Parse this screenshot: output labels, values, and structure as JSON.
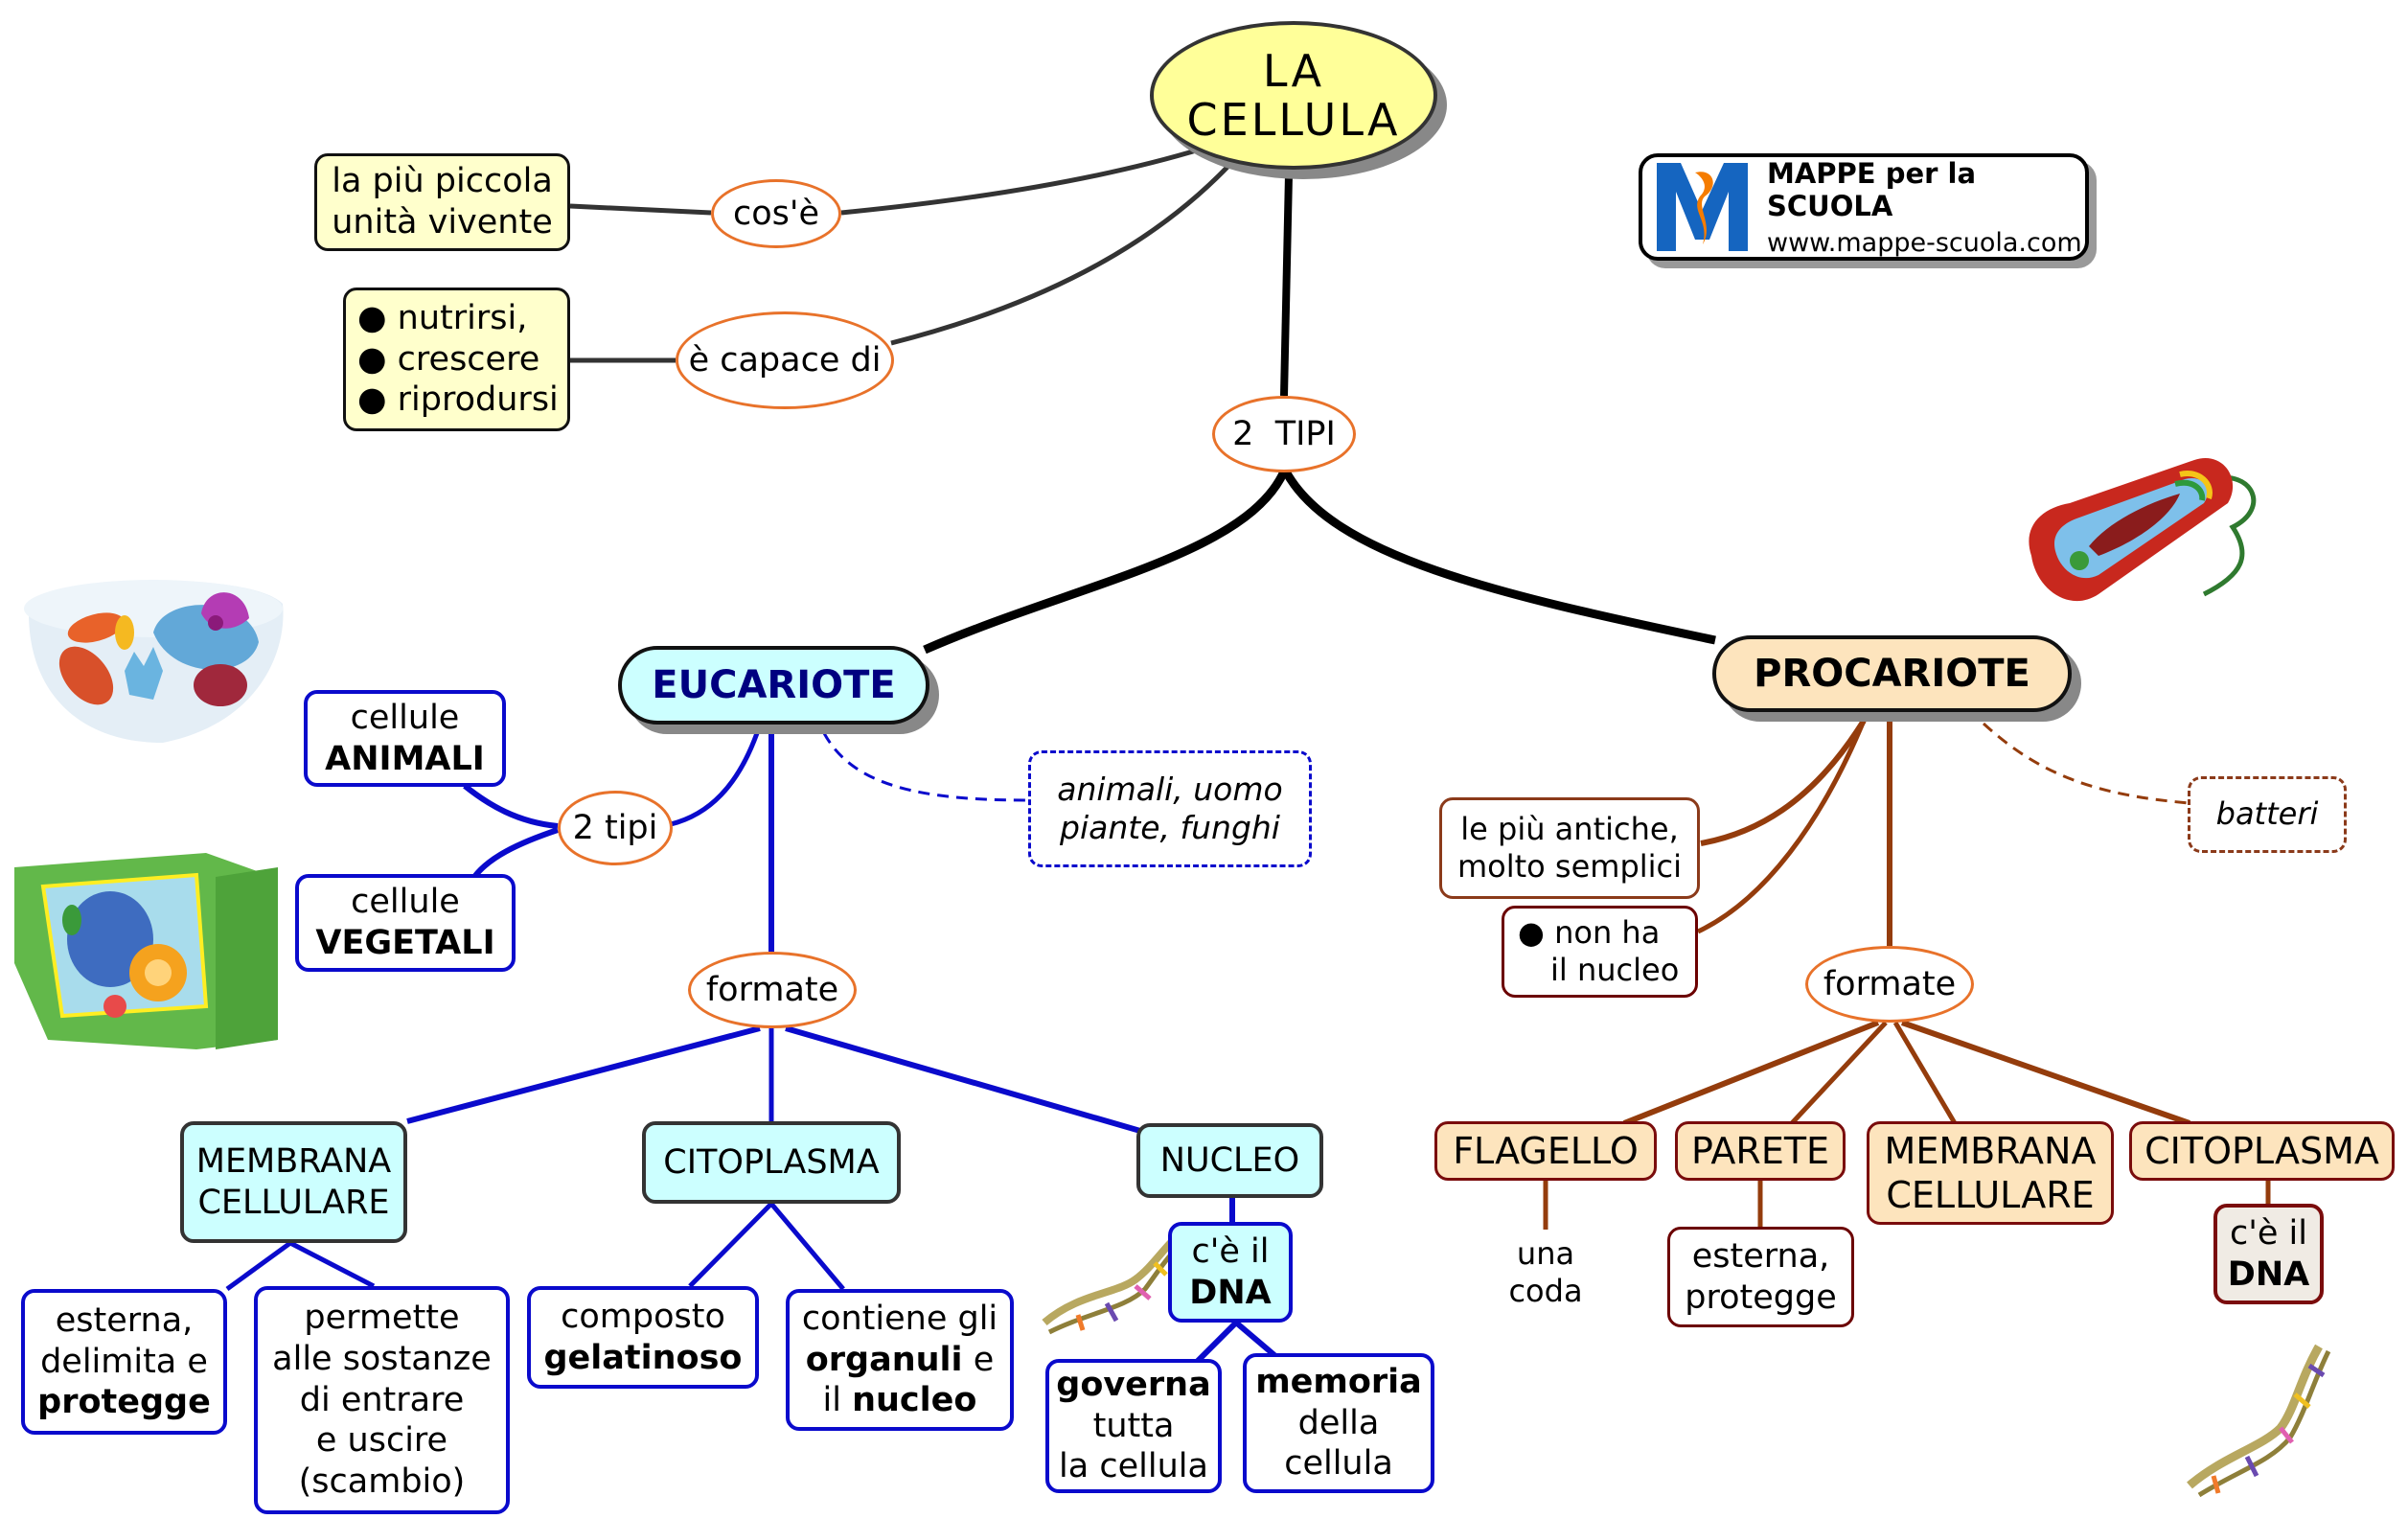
{
  "title": {
    "line1": "LA",
    "line2": "CELLULA"
  },
  "logo": {
    "icon": "M-logo-icon",
    "name": "MAPPE per la SCUOLA",
    "url": "www.mappe-scuola.com",
    "colors": {
      "blue": "#1565c0",
      "orange": "#f57c00"
    }
  },
  "top": {
    "cose_label": "cos'è",
    "definition": {
      "line1": "la più piccola",
      "line2": "unità vivente"
    },
    "capace_label": "è capace di",
    "abilities": [
      "nutrirsi,",
      "crescere",
      "riprodursi"
    ],
    "two_types_label": "2  TIPI"
  },
  "eucariote": {
    "title": "EUCARIOTE",
    "two_tipi_label": "2 tipi",
    "animali": {
      "line1": "cellule",
      "line2": "ANIMALI"
    },
    "vegetali": {
      "line1": "cellule",
      "line2": "VEGETALI"
    },
    "examples": {
      "line1": "animali, uomo",
      "line2": "piante, funghi"
    },
    "formate_label": "formate",
    "membrana": {
      "line1": "MEMBRANA",
      "line2": "CELLULARE"
    },
    "citoplasma": "CITOPLASMA",
    "nucleo": "NUCLEO",
    "membrana_desc1": {
      "line1": "esterna,",
      "line2": "delimita e",
      "line3": "protegge"
    },
    "membrana_desc2": {
      "lines": [
        "permette",
        "alle sostanze",
        "di entrare",
        "e uscire",
        "(scambio)"
      ]
    },
    "citoplasma_desc1": {
      "line1": "composto",
      "line2": "gelatinoso"
    },
    "citoplasma_desc2": {
      "line1a": "contiene gli",
      "line2a": "organuli",
      "line2b": " e",
      "line3a": "il ",
      "line3b": "nucleo"
    },
    "dna": {
      "line1": "c'è il",
      "line2": "DNA"
    },
    "governa": {
      "line1": "governa",
      "line2": "tutta",
      "line3": "la cellula"
    },
    "memoria": {
      "line1": "memoria",
      "line2": "della",
      "line3": "cellula"
    },
    "colors": {
      "line": "#0a0acc",
      "fill": "#ccffff",
      "title": "#000080"
    }
  },
  "procariote": {
    "title": "PROCARIOTE",
    "antiche": {
      "line1": "le più antiche,",
      "line2": "molto semplici"
    },
    "nucleo_note": {
      "line1": "non ha",
      "line2": "il nucleo"
    },
    "examples": "batteri",
    "formate_label": "formate",
    "flagello": "FLAGELLO",
    "parete": "PARETE",
    "membrana": {
      "line1": "MEMBRANA",
      "line2": "CELLULARE"
    },
    "citoplasma": "CITOPLASMA",
    "flagello_desc": {
      "line1": "una",
      "line2": "coda"
    },
    "parete_desc": {
      "line1": "esterna,",
      "line2": "protegge"
    },
    "dna": {
      "line1": "c'è il",
      "line2": "DNA"
    },
    "colors": {
      "line": "#943c0c",
      "fill": "#fde4bd"
    }
  },
  "images": [
    "animal-cell-illustration",
    "plant-cell-illustration",
    "bacterium-illustration",
    "dna-helix-illustration"
  ]
}
